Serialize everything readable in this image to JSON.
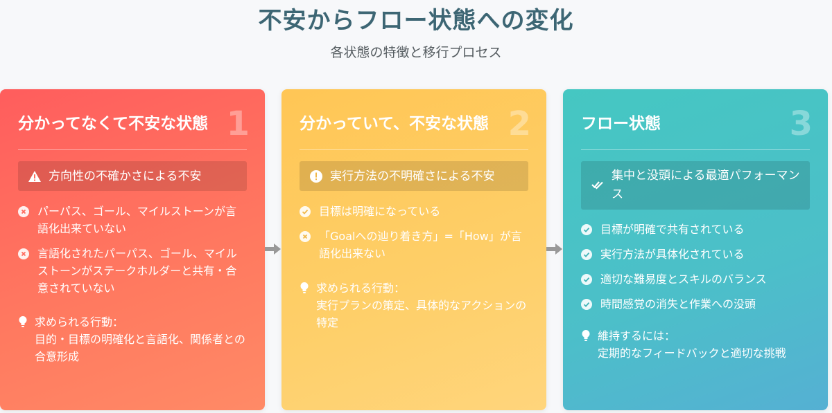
{
  "header": {
    "title": "不安からフロー状態への変化",
    "subtitle": "各状態の特徴と移行プロセス"
  },
  "colors": {
    "title": "#3d6674",
    "card1": "#ff6b5f",
    "card2": "#fecb62",
    "card3": "#4cc3c6"
  },
  "cards": [
    {
      "number": "1",
      "title": "分かってなくて不安な状態",
      "highlight_icon": "warning-icon",
      "highlight": "方向性の不確かさによる不安",
      "items": [
        {
          "icon": "x-circle-icon",
          "text": "パーパス、ゴール、マイルストーンが言語化出来ていない"
        },
        {
          "icon": "x-circle-icon",
          "text": "言語化されたパーパス、ゴール、マイルストーンがステークホルダーと共有・合意されていない"
        }
      ],
      "action_label": "求められる行動：",
      "action_text": "目的・目標の明確化と言語化、関係者との合意形成"
    },
    {
      "number": "2",
      "title": "分かっていて、不安な状態",
      "highlight_icon": "exclamation-circle-icon",
      "highlight": "実行方法の不明確さによる不安",
      "items": [
        {
          "icon": "check-circle-icon",
          "text": "目標は明確になっている"
        },
        {
          "icon": "x-circle-icon",
          "text": "「Goalへの辿り着き方」=「How」が言語化出来ない"
        }
      ],
      "action_label": "求められる行動：",
      "action_text": "実行プランの策定、具体的なアクションの特定"
    },
    {
      "number": "3",
      "title": "フロー状態",
      "highlight_icon": "double-check-icon",
      "highlight": "集中と没頭による最適パフォーマンス",
      "items": [
        {
          "icon": "check-circle-icon",
          "text": "目標が明確で共有されている"
        },
        {
          "icon": "check-circle-icon",
          "text": "実行方法が具体化されている"
        },
        {
          "icon": "check-circle-icon",
          "text": "適切な難易度とスキルのバランス"
        },
        {
          "icon": "check-circle-icon",
          "text": "時間感覚の消失と作業への没頭"
        }
      ],
      "action_label": "維持するには：",
      "action_text": "定期的なフィードバックと適切な挑戦"
    }
  ]
}
